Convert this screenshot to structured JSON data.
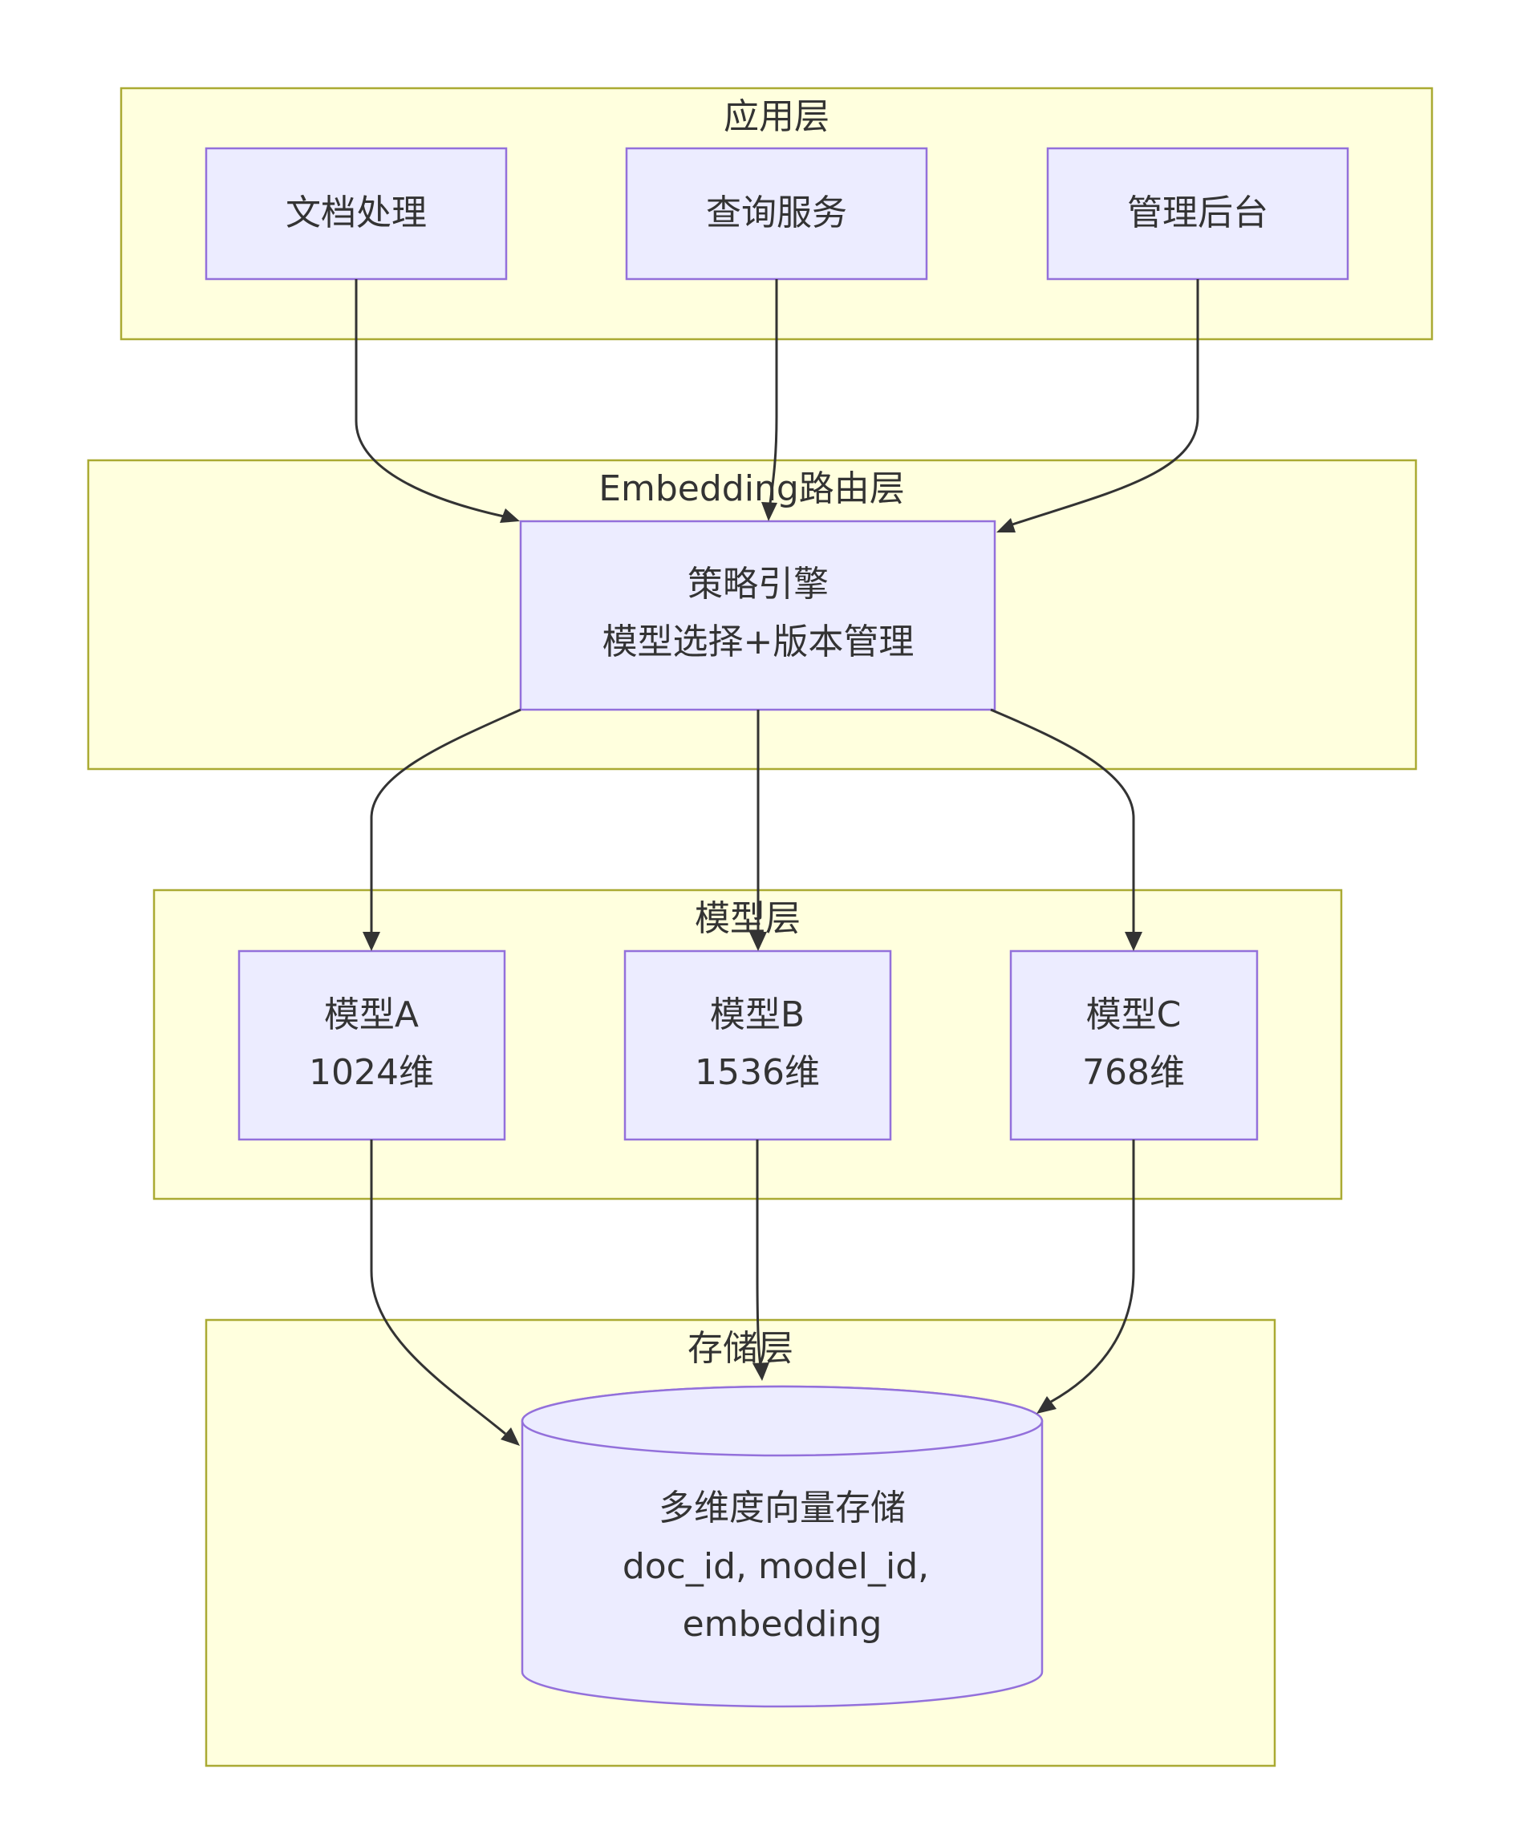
{
  "layers": {
    "app": {
      "title": "应用层",
      "nodes": [
        "文档处理",
        "查询服务",
        "管理后台"
      ]
    },
    "routing": {
      "title": "Embedding路由层",
      "engine": {
        "line1": "策略引擎",
        "line2": "模型选择+版本管理"
      }
    },
    "model": {
      "title": "模型层",
      "nodes": [
        {
          "line1": "模型A",
          "line2": "1024维"
        },
        {
          "line1": "模型B",
          "line2": "1536维"
        },
        {
          "line1": "模型C",
          "line2": "768维"
        }
      ]
    },
    "storage": {
      "title": "存储层",
      "db": {
        "line1": "多维度向量存储",
        "line2": "doc_id, model_id,",
        "line3": "embedding"
      }
    }
  },
  "colors": {
    "cluster_fill": "#ffffde",
    "cluster_stroke": "#aaaa33",
    "node_fill": "#ececff",
    "node_stroke": "#9370db",
    "edge": "#333333"
  }
}
